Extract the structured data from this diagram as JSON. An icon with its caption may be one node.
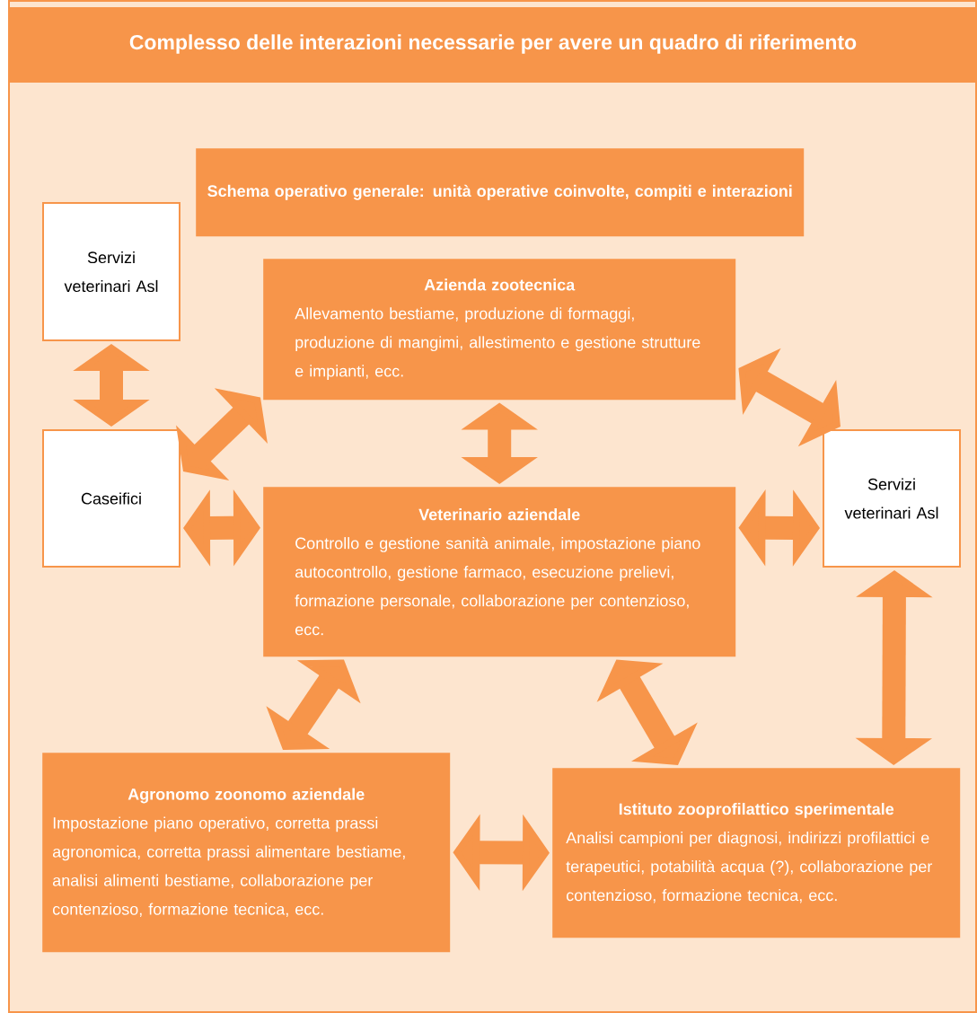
{
  "diagram": {
    "title": "Complesso delle interazioni necessarie per avere un quadro di riferimento",
    "nodes": [
      {
        "text": [
          "Schema operativo generale: unità operative coinvolte, compiti e interazioni"
        ]
      },
      {
        "text": [
          "Servizi veterinari Asl"
        ]
      },
      {
        "text": [
          "Azienda zootecnica",
          "Allevamento bestiame, produzione di formaggi, produzione di mangimi, allestimento e gestione strutture e impianti, ecc."
        ]
      },
      {
        "text": [
          "Caseifici"
        ]
      },
      {
        "text": [
          "Veterinario aziendale",
          "Controllo e gestione sanità animale, impostazione piano autocontrollo, gestione farmaco, esecuzione prelievi, formazione personale, collaborazione per contenzioso, ecc."
        ]
      },
      {
        "text": [
          "Servizi veterinari Asl"
        ]
      },
      {
        "text": [
          "Agronomo zoonomo aziendale",
          "Impostazione piano operativo, corretta prassi agronomica, corretta prassi alimentare bestiame, analisi alimenti bestiame, collaborazione per contenzioso, formazione tecnica, ecc."
        ]
      },
      {
        "text": [
          "Istituto zooprofilattico sperimentale",
          "Analisi campioni per diagnosi, indirizzi profilattici e terapeutici, potabilità acqua (?), collaborazione per contenzioso, formazione tecnica, ecc."
        ]
      }
    ],
    "edges": [
      {
        "from": 1,
        "to": 3,
        "arrow": "both"
      },
      {
        "from": 3,
        "to": 2,
        "arrow": "both"
      },
      {
        "from": 2,
        "to": 4,
        "arrow": "both"
      },
      {
        "from": 2,
        "to": 5,
        "arrow": "both"
      },
      {
        "from": 3,
        "to": 4,
        "arrow": "both"
      },
      {
        "from": 4,
        "to": 5,
        "arrow": "both"
      },
      {
        "from": 5,
        "to": 7,
        "arrow": "both"
      },
      {
        "from": 4,
        "to": 6,
        "arrow": "both"
      },
      {
        "from": 4,
        "to": 7,
        "arrow": "both"
      },
      {
        "from": 6,
        "to": 7,
        "arrow": "both"
      }
    ]
  }
}
